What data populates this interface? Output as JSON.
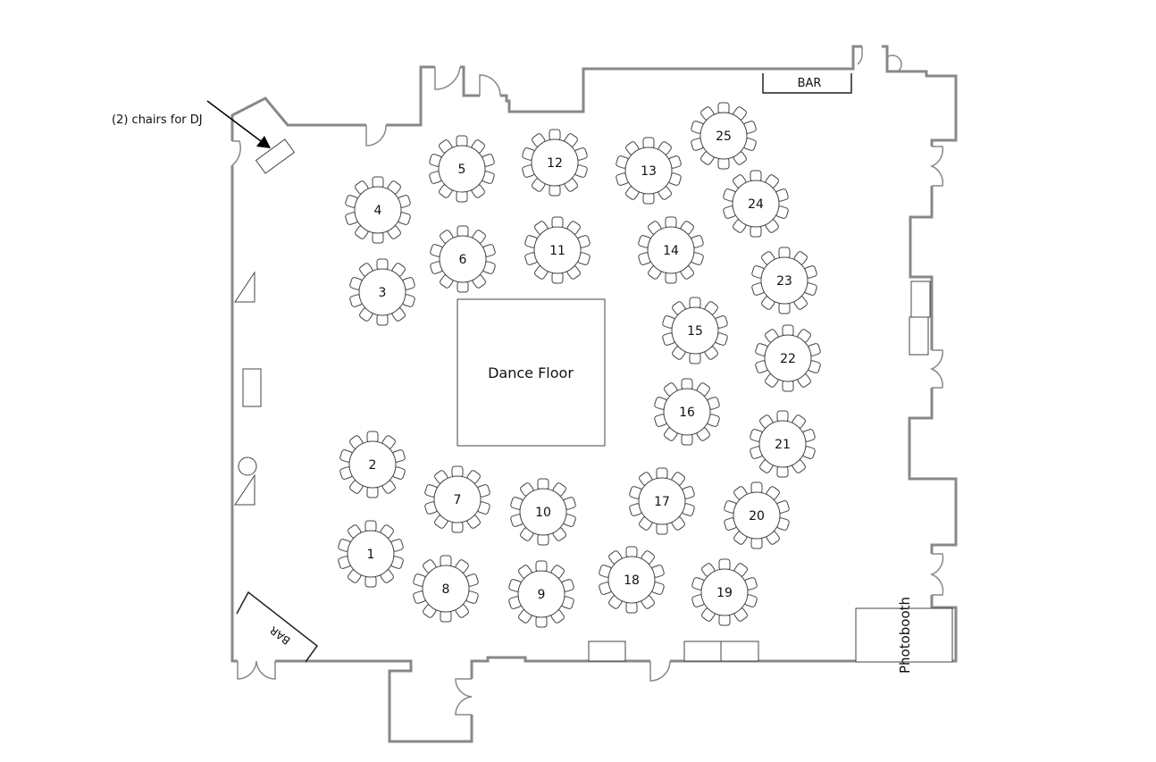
{
  "annotations": {
    "dj_chairs": "(2) chairs for DJ",
    "top_bar": "BAR",
    "corner_bar": "BAR",
    "dance_floor": "Dance Floor",
    "photobooth": "Photobooth"
  },
  "tables": {
    "chairs_per_table": 10,
    "numbers": [
      "1",
      "2",
      "3",
      "4",
      "5",
      "6",
      "7",
      "8",
      "9",
      "10",
      "11",
      "12",
      "13",
      "14",
      "15",
      "16",
      "17",
      "18",
      "19",
      "20",
      "21",
      "22",
      "23",
      "24",
      "25"
    ]
  },
  "colors": {
    "wall": "#888888",
    "outline": "#444444",
    "text": "#111111"
  }
}
